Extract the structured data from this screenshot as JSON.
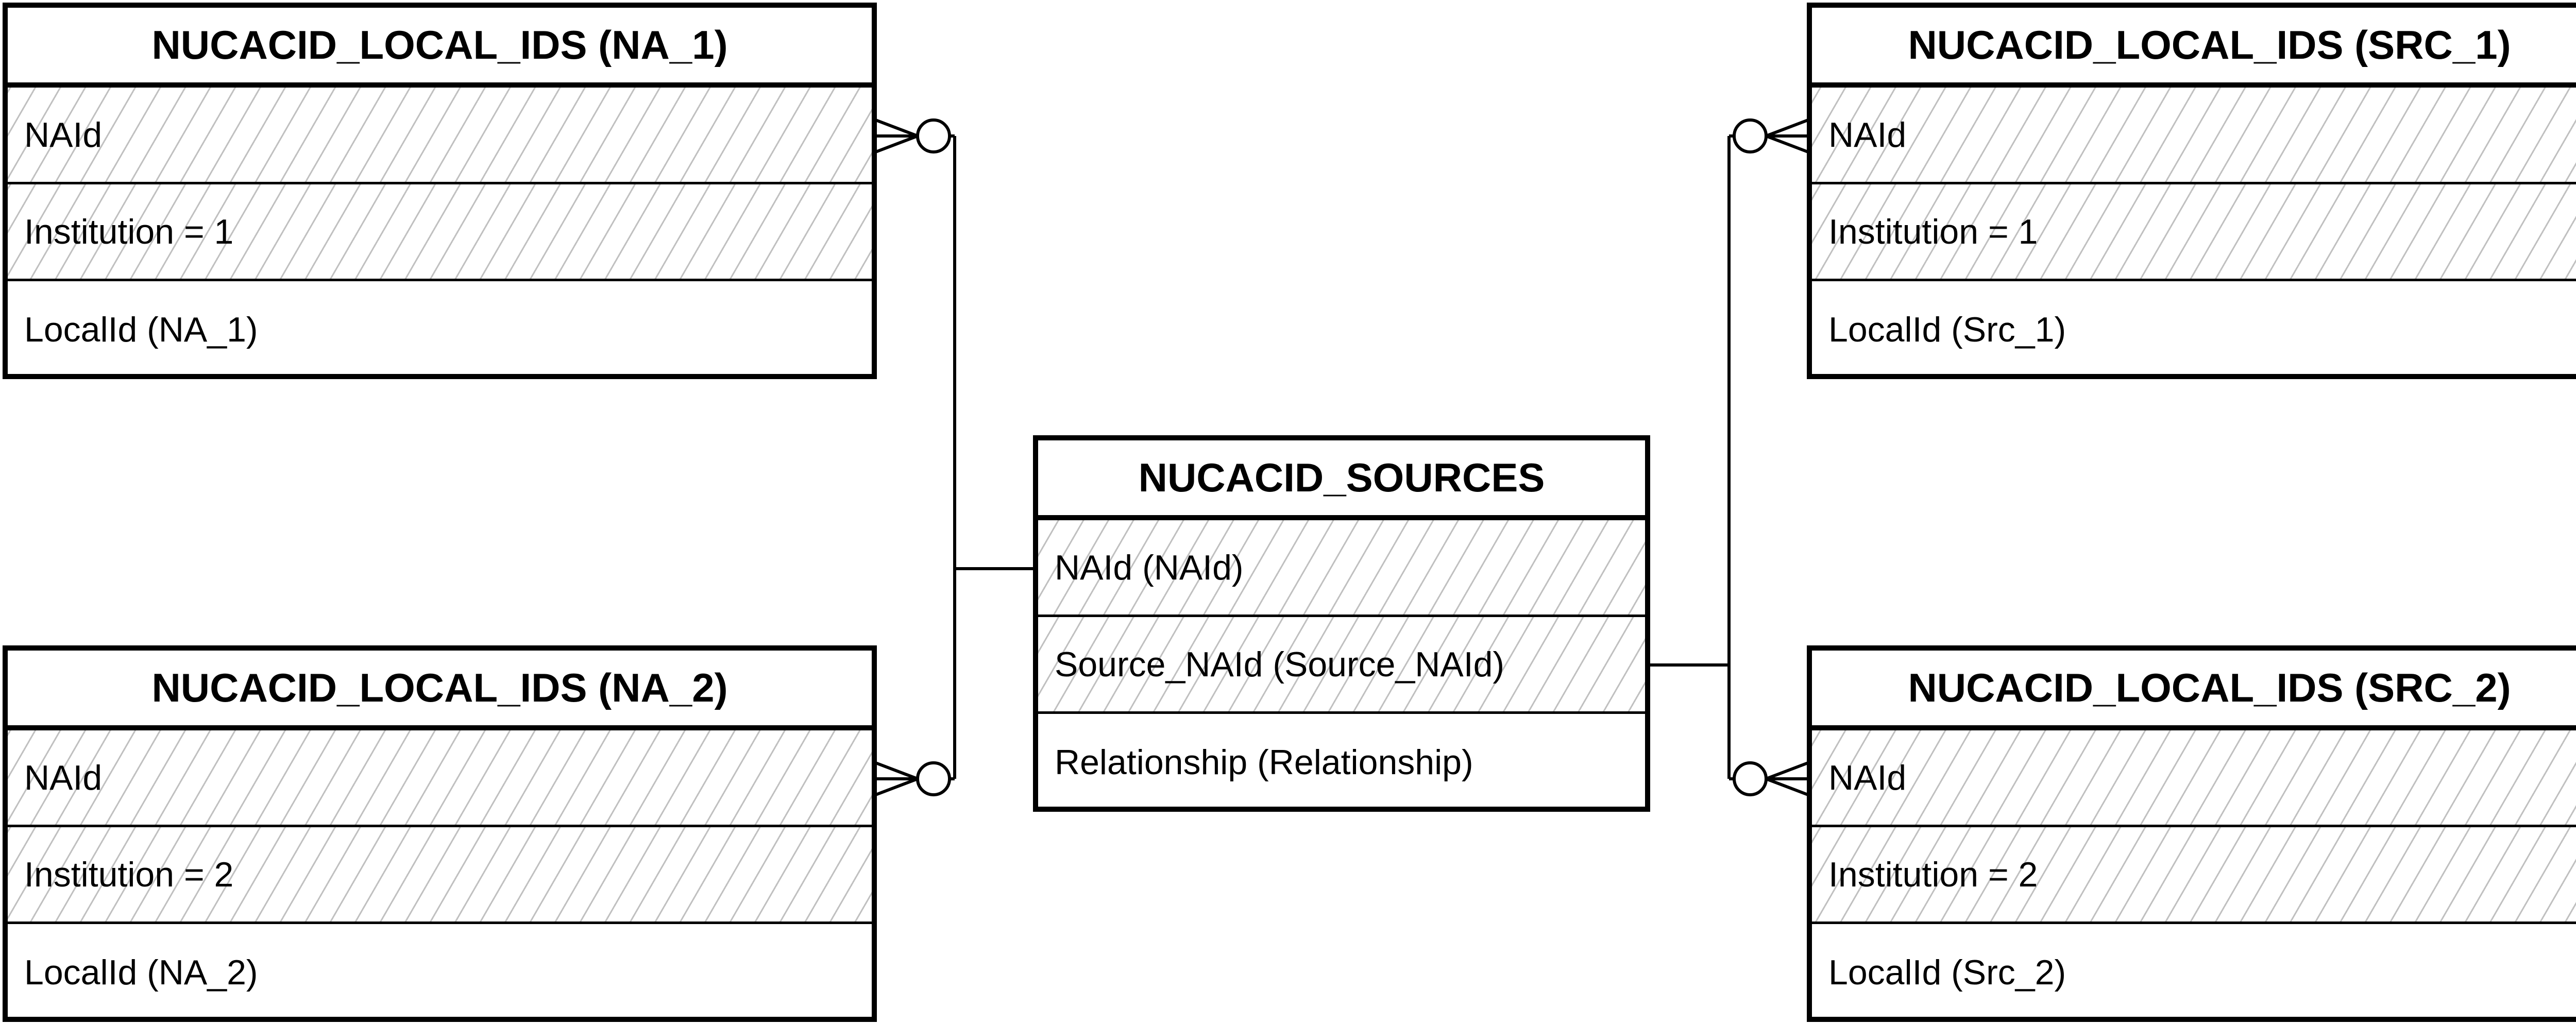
{
  "diagram": {
    "entities": {
      "na_1": {
        "title": "NUCACID_LOCAL_IDS (NA_1)",
        "rows": [
          "NAId",
          "Institution = 1",
          "LocalId (NA_1)"
        ]
      },
      "na_2": {
        "title": "NUCACID_LOCAL_IDS (NA_2)",
        "rows": [
          "NAId",
          "Institution = 2",
          "LocalId (NA_2)"
        ]
      },
      "sources": {
        "title": "NUCACID_SOURCES",
        "rows": [
          "NAId (NAId)",
          "Source_NAId (Source_NAId)",
          "Relationship (Relationship)"
        ]
      },
      "src_1": {
        "title": "NUCACID_LOCAL_IDS (SRC_1)",
        "rows": [
          "NAId",
          "Institution = 1",
          "LocalId (Src_1)"
        ]
      },
      "src_2": {
        "title": "NUCACID_LOCAL_IDS (SRC_2)",
        "rows": [
          "NAId",
          "Institution = 2",
          "LocalId (Src_2)"
        ]
      }
    },
    "colors": {
      "line": "#000000",
      "background": "#ffffff",
      "hatch": "#969696"
    }
  }
}
